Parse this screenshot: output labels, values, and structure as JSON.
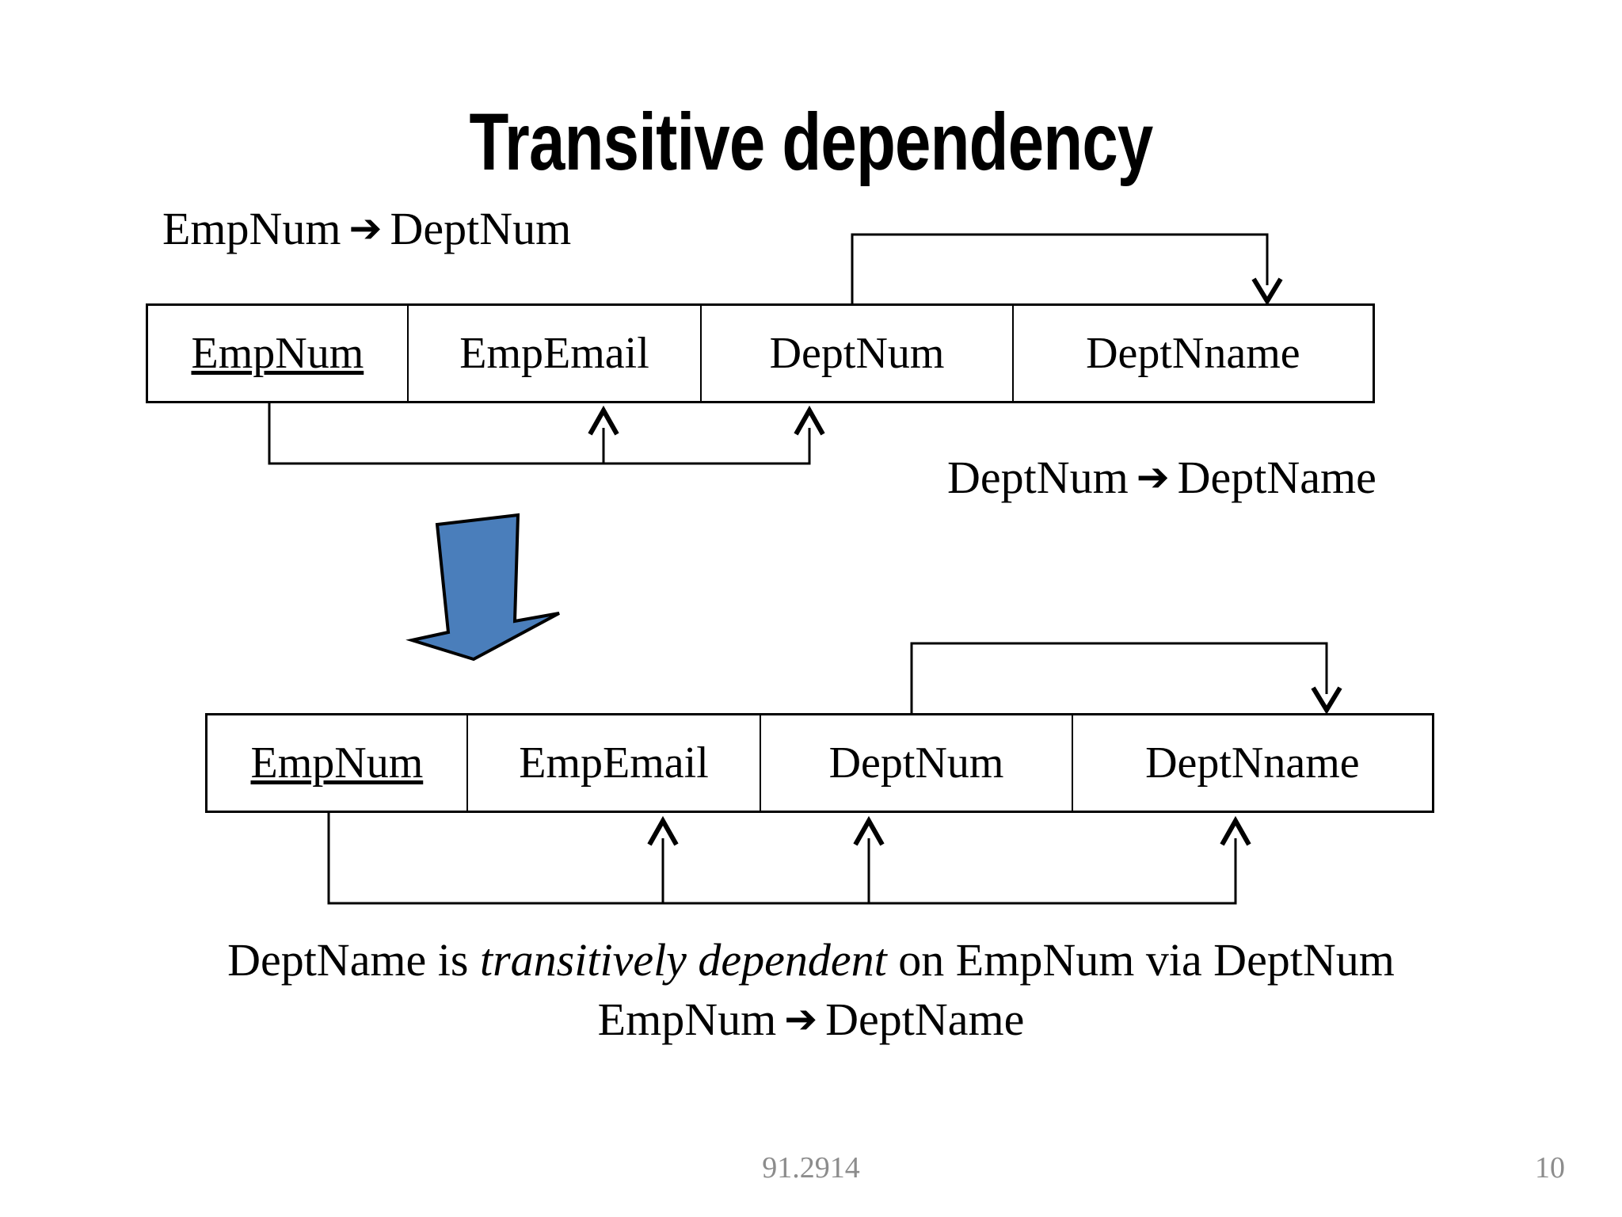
{
  "slide": {
    "title": "Transitive dependency",
    "background_color": "#ffffff",
    "text_color": "#000000"
  },
  "captions": {
    "top_left": {
      "left": "EmpNum",
      "arrow": "➔",
      "right": "DeptNum"
    },
    "mid_right": {
      "left": "DeptNum",
      "arrow": "➔",
      "right": "DeptName"
    }
  },
  "relations": [
    {
      "name": "relation-top",
      "attributes": [
        {
          "label": "EmpNum",
          "is_key": true
        },
        {
          "label": "EmpEmail",
          "is_key": false
        },
        {
          "label": "DeptNum",
          "is_key": false
        },
        {
          "label": "DeptNname",
          "is_key": false
        }
      ]
    },
    {
      "name": "relation-bottom",
      "attributes": [
        {
          "label": "EmpNum",
          "is_key": true
        },
        {
          "label": "EmpEmail",
          "is_key": false
        },
        {
          "label": "DeptNum",
          "is_key": false
        },
        {
          "label": "DeptNname",
          "is_key": false
        }
      ]
    }
  ],
  "transform_arrow": {
    "shape": "down-block-arrow",
    "fill_color": "#4a7ebb",
    "outline_color": "#000000"
  },
  "conclusion": {
    "line1_part1": "DeptName is ",
    "line1_italic": "transitively dependent",
    "line1_part2": " on EmpNum via DeptNum",
    "line2_left": "EmpNum",
    "line2_arrow": "➔",
    "line2_right": "DeptName"
  },
  "footer": {
    "course_code": "91.2914",
    "page_number": "10"
  }
}
